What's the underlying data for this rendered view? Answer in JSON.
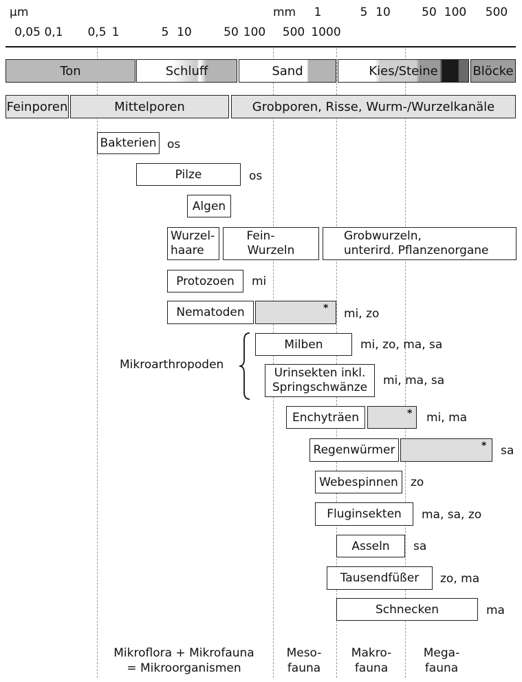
{
  "scale": {
    "unit_um": "µm",
    "unit_mm": "mm",
    "um_ticks": [
      "0,05",
      "0,1",
      "0,5",
      "1",
      "5",
      "10",
      "50",
      "100",
      "500",
      "1000"
    ],
    "mm_ticks": [
      "1",
      "5",
      "10",
      "50",
      "100",
      "500"
    ]
  },
  "grain_sizes": {
    "ton": "Ton",
    "schluff": "Schluff",
    "sand": "Sand",
    "kies": "Kies/Steine",
    "bloecke": "Blöcke"
  },
  "pores": {
    "fein": "Feinporen",
    "mittel": "Mittelporen",
    "grob": "Grobporen, Risse, Wurm-/Wurzelkanäle"
  },
  "organisms": {
    "bakterien": {
      "label": "Bakterien",
      "tag": "os"
    },
    "pilze": {
      "label": "Pilze",
      "tag": "os"
    },
    "algen": {
      "label": "Algen"
    },
    "wurzelhaare": {
      "line1": "Wurzel-",
      "line2": "haare"
    },
    "feinwurzeln": {
      "line1": "Fein-",
      "line2": "Wurzeln"
    },
    "grobwurzeln": {
      "line1": "Grobwurzeln,",
      "line2": "unterird. Pflanzenorgane"
    },
    "protozoen": {
      "label": "Protozoen",
      "tag": "mi"
    },
    "nematoden": {
      "label": "Nematoden",
      "tag": "mi, zo",
      "star": "*"
    },
    "mikroarthropoden": "Mikroarthropoden",
    "milben": {
      "label": "Milben",
      "tag": "mi, zo, ma, sa"
    },
    "urinsekten": {
      "line1": "Urinsekten inkl.",
      "line2": "Springschwänze",
      "tag": "mi, ma, sa"
    },
    "enchytraeen": {
      "label": "Enchyträen",
      "tag": "mi, ma",
      "star": "*"
    },
    "regenwuermer": {
      "label": "Regenwürmer",
      "tag": "sa",
      "star": "*"
    },
    "webespinnen": {
      "label": "Webespinnen",
      "tag": "zo"
    },
    "fluginsekten": {
      "label": "Fluginsekten",
      "tag": "ma, sa, zo"
    },
    "asseln": {
      "label": "Asseln",
      "tag": "sa"
    },
    "tausendfuesser": {
      "label": "Tausendfüßer",
      "tag": "zo, ma"
    },
    "schnecken": {
      "label": "Schnecken",
      "tag": "ma"
    }
  },
  "zones": {
    "mikro_line1": "Mikroflora + Mikrofauna",
    "mikro_line2": "= Mikroorganismen",
    "meso_line1": "Meso-",
    "meso_line2": "fauna",
    "makro_line1": "Makro-",
    "makro_line2": "fauna",
    "mega_line1": "Mega-",
    "mega_line2": "fauna"
  }
}
